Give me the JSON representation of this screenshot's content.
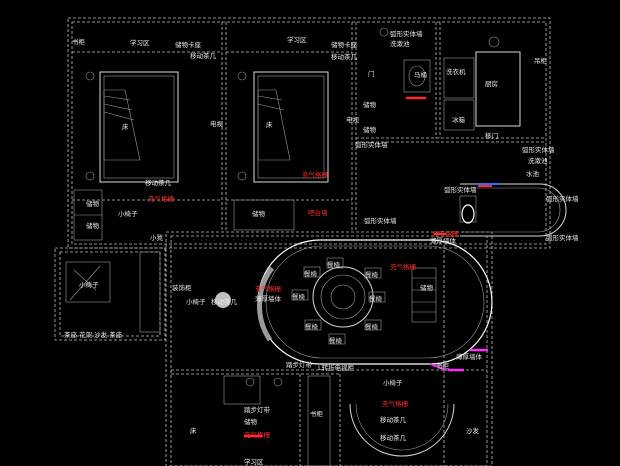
{
  "labels": [
    "书柜",
    "学习区",
    "储物卡座",
    "移动茶几",
    "学习区",
    "储物卡座",
    "移动茶几",
    "弧形实体墙",
    "洗漱池",
    "电视",
    "床",
    "床",
    "电视",
    "门",
    "马桶",
    "洗衣机",
    "厨房",
    "吊柜",
    "冰箱",
    "储物",
    "储物",
    "移门",
    "弧形实体墙",
    "弧形实体墙",
    "洗漱池",
    "水池",
    "移动茶几",
    "充气格栅",
    "储物",
    "储物",
    "小椅子",
    "充气格栅",
    "储物",
    "吧台墙",
    "弧形实体墙",
    "弧形实体墙",
    "弧形实体墙",
    "充气格栅",
    "弧形实体墙",
    "薄厚墙体",
    "小凳",
    "小椅子",
    "装饰柜",
    "小椅子",
    "移动茶几",
    "充气格栅",
    "薄厚墙体",
    "充气格栅",
    "餐椅",
    "餐椅",
    "餐椅",
    "餐椅",
    "餐椅",
    "餐椅",
    "餐椅",
    "餐椅",
    "储物",
    "茶座 花架 沙发 茶座",
    "踏步灯带",
    "L转折电视柜",
    "薄厚墙体",
    "书柜",
    "小椅子",
    "踏步灯带",
    "书柜",
    "充气格栅",
    "移动茶几",
    "移动茶几",
    "床",
    "储物",
    "充气格栅",
    "学习区",
    "沙发",
    "",
    ""
  ],
  "colors": {
    "background": "#000000",
    "line": "#d8d8d8",
    "label": "#e8e8e8",
    "accent_red": "#ff2a2a",
    "accent_magenta": "#ff2aff",
    "accent_blue": "#2b6bff"
  }
}
